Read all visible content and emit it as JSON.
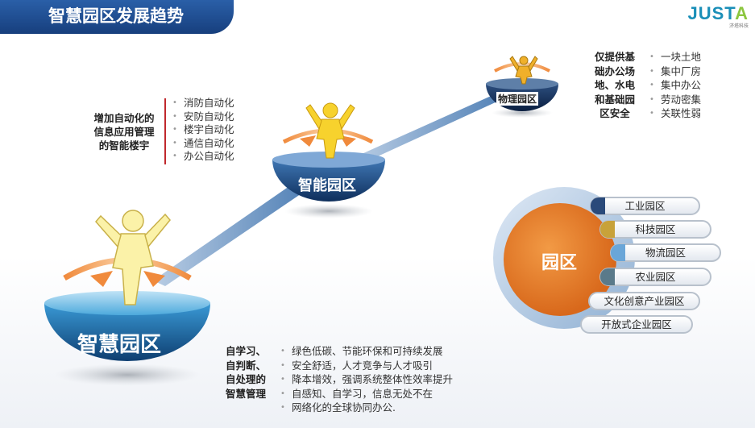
{
  "header": {
    "title": "智慧园区发展趋势"
  },
  "logo": {
    "brand_a": "JUST",
    "brand_b": "A",
    "tagline": "济塔科技"
  },
  "stages": {
    "smart": {
      "label": "智慧园区"
    },
    "intelligent": {
      "label": "智能园区"
    },
    "physical": {
      "label": "物理园区"
    }
  },
  "physical_desc": {
    "lines": [
      "仅提供基",
      "础办公场",
      "地、水电",
      "和基础园",
      "区安全"
    ],
    "items": [
      "一块土地",
      "集中厂房",
      "集中办公",
      "劳动密集",
      "关联性弱"
    ]
  },
  "intelligent_desc": {
    "lines": [
      "增加自动化的",
      "信息应用管理",
      "的智能楼宇"
    ],
    "items": [
      "消防自动化",
      "安防自动化",
      "楼宇自动化",
      "通信自动化",
      "办公自动化"
    ]
  },
  "smart_desc": {
    "lines": [
      "自学习、",
      "自判断、",
      "自处理的",
      "智慧管理"
    ],
    "items": [
      "绿色低碳、节能环保和可持续发展",
      "安全舒适，人才竞争与人才吸引",
      "降本增效，强调系统整体性效率提升",
      "自感知、自学习，信息无处不在",
      "网络化的全球协同办公."
    ]
  },
  "park_types": {
    "center": "园区",
    "items": [
      "工业园区",
      "科技园区",
      "物流园区",
      "农业园区",
      "文化创意产业园区",
      "开放式企业园区"
    ],
    "dot_colors": [
      "#2a4a7a",
      "#c8a23a",
      "#6aa6d8",
      "#5a7a8a"
    ]
  }
}
